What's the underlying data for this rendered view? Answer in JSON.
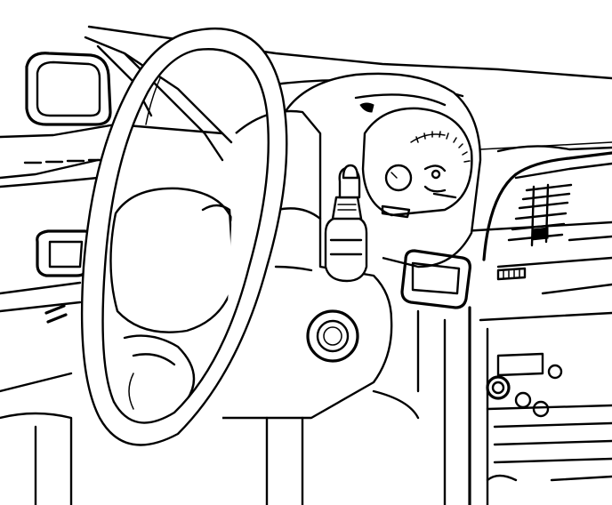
{
  "figure": {
    "colors": {
      "line": "#000000",
      "background": "#ffffff"
    },
    "parts": [
      "door-mirror",
      "a-pillar",
      "door-panel",
      "door-handle",
      "steering-wheel",
      "steering-wheel-hub",
      "instrument-cluster",
      "speedometer",
      "fuel-gauge",
      "stalk-switch",
      "steering-column-cover",
      "ignition-lock-cylinder",
      "dash-switch",
      "center-air-vents",
      "center-console",
      "radio-knobs"
    ]
  }
}
